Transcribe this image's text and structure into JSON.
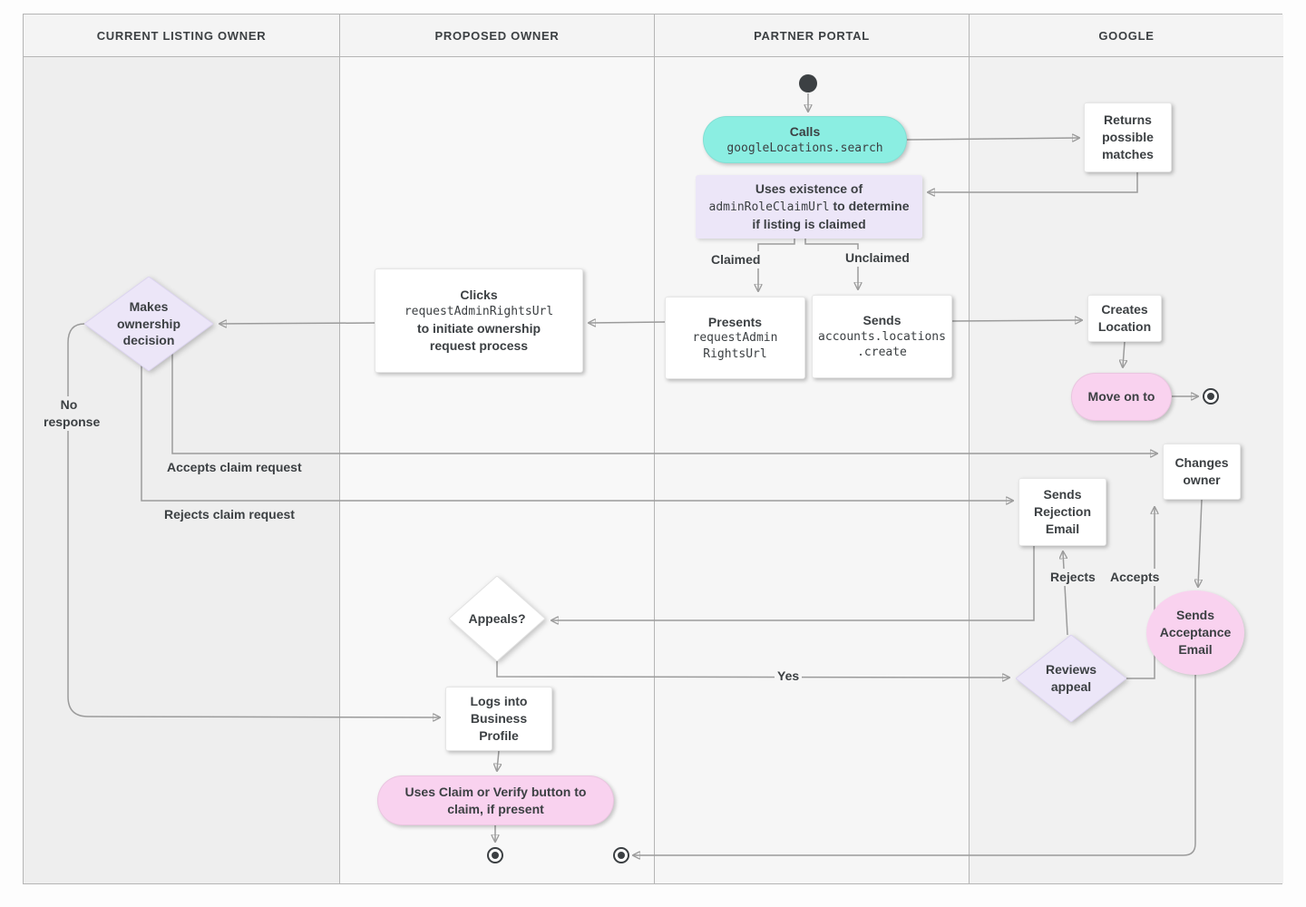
{
  "theme": {
    "teal": "#8BEEE2",
    "pink": "#F9D2EF",
    "lavender": "#ECE6F8",
    "text": "#3C4043",
    "line": "#9B9B9B"
  },
  "lanes": [
    {
      "label": "CURRENT LISTING OWNER"
    },
    {
      "label": "PROPOSED OWNER"
    },
    {
      "label": "PARTNER PORTAL"
    },
    {
      "label": "GOOGLE"
    }
  ],
  "nodes": {
    "calls": {
      "title": "Calls",
      "code": "googleLocations.search"
    },
    "uses_existence": {
      "text_before": "Uses existence of ",
      "code": "adminRoleClaimUrl",
      "text_after": " to determine if listing is claimed"
    },
    "presents": {
      "title": "Presents",
      "code_lines": [
        "requestAdmin",
        "RightsUrl"
      ]
    },
    "sends_create": {
      "title": "Sends",
      "code_lines": [
        "accounts.locations",
        ".create"
      ]
    },
    "returns_matches": {
      "text": "Returns possible matches"
    },
    "creates_location": {
      "text": "Creates Location"
    },
    "move_on_to": {
      "text": "Move on to"
    },
    "changes_owner": {
      "text": "Changes owner"
    },
    "sends_rejection": {
      "text": "Sends Rejection Email"
    },
    "sends_acceptance": {
      "text": "Sends Acceptance Email"
    },
    "reviews_appeal": {
      "text": "Reviews appeal"
    },
    "clicks_request": {
      "title": "Clicks",
      "code": "requestAdminRightsUrl",
      "text": "to initiate ownership request process"
    },
    "makes_decision": {
      "text": "Makes ownership decision"
    },
    "appeals": {
      "text": "Appeals?"
    },
    "logs_into": {
      "text": "Logs into Business Profile"
    },
    "uses_claim": {
      "text": "Uses Claim or Verify button to claim, if present"
    }
  },
  "edge_labels": {
    "claimed": "Claimed",
    "unclaimed": "Unclaimed",
    "no_response": "No response",
    "accepts_claim": "Accepts claim request",
    "rejects_claim": "Rejects claim request",
    "yes": "Yes",
    "rejects": "Rejects",
    "accepts": "Accepts"
  }
}
